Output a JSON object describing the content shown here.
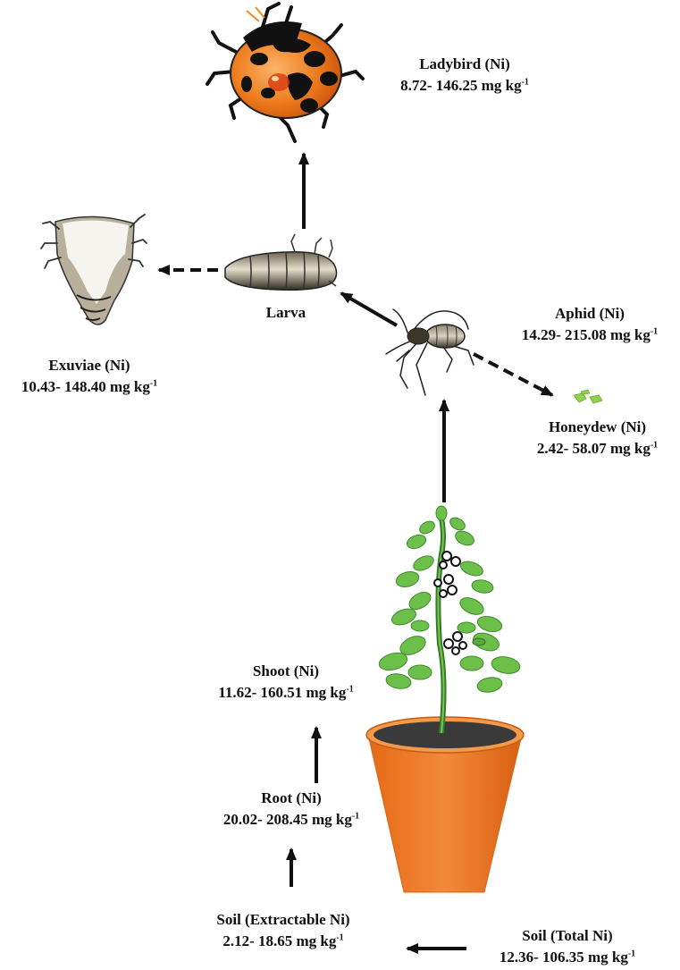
{
  "colors": {
    "ladybird_shell": "#e8731a",
    "pot": "#ec7a22",
    "leaf": "#6cc04a",
    "stem": "#2f7d2a",
    "honeydew": "#8fd14f",
    "arrow": "#111111"
  },
  "nodes": {
    "ladybird": {
      "name": "Ladybird (Ni)",
      "range": "8.72- 146.25 mg kg",
      "sup": "-1"
    },
    "larva": {
      "name": "Larva"
    },
    "exuviae": {
      "name": "Exuviae (Ni)",
      "range": "10.43- 148.40 mg kg",
      "sup": "-1"
    },
    "aphid": {
      "name": "Aphid (Ni)",
      "range": "14.29- 215.08 mg kg",
      "sup": "-1"
    },
    "honeydew": {
      "name": "Honeydew (Ni)",
      "range": "2.42- 58.07 mg kg",
      "sup": "-1"
    },
    "shoot": {
      "name": "Shoot (Ni)",
      "range": "11.62- 160.51 mg kg",
      "sup": "-1"
    },
    "root": {
      "name": "Root (Ni)",
      "range": "20.02- 208.45 mg kg",
      "sup": "-1"
    },
    "soil_extractable": {
      "name": "Soil (Extractable Ni)",
      "range": "2.12- 18.65 mg kg",
      "sup": "-1"
    },
    "soil_total": {
      "name": "Soil (Total Ni)",
      "range": "12.36- 106.35 mg kg",
      "sup": "-1"
    }
  },
  "icons": [
    "ladybird-icon",
    "larva-icon",
    "exuviae-icon",
    "aphid-icon",
    "honeydew-icon",
    "plant-pot-icon"
  ]
}
